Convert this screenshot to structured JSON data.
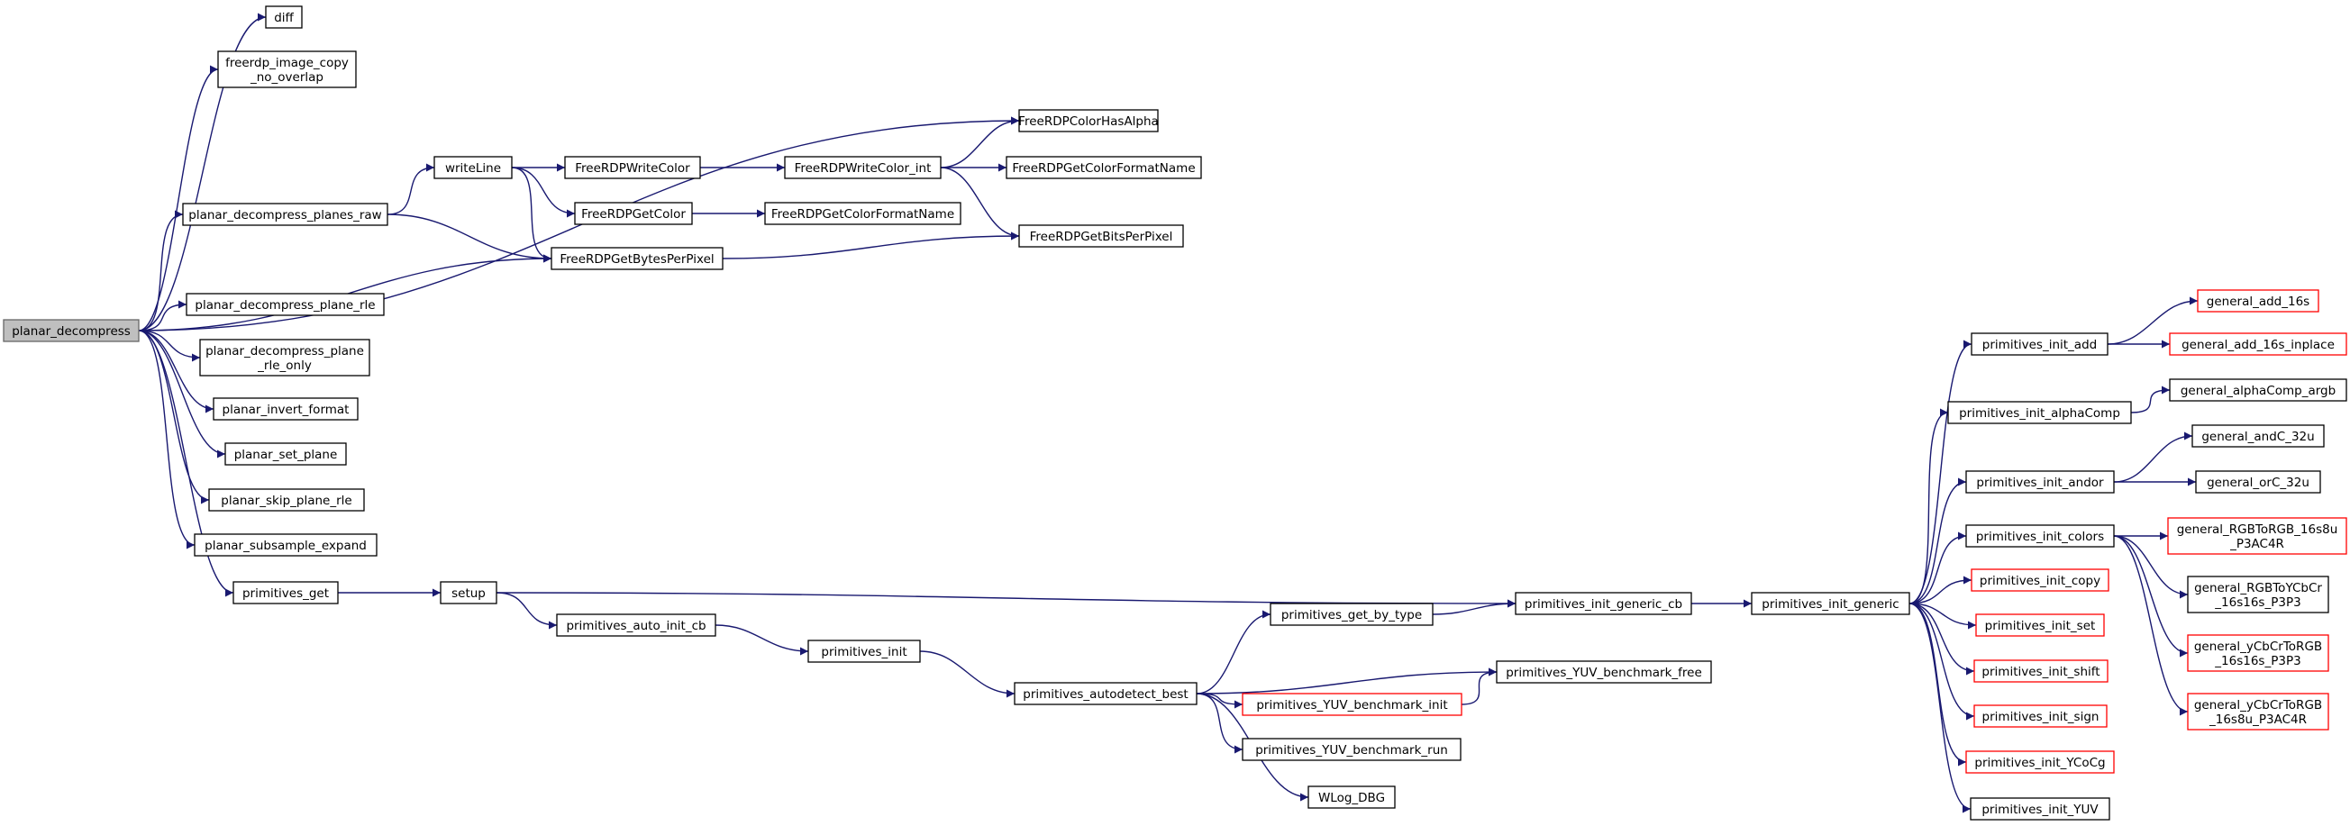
{
  "nodes": [
    {
      "id": "planar_decompress",
      "lines": [
        "planar_decompress"
      ],
      "root": true
    },
    {
      "id": "diff",
      "lines": [
        "diff"
      ]
    },
    {
      "id": "freerdp_image_copy_no_overlap",
      "lines": [
        "freerdp_image_copy",
        "_no_overlap"
      ]
    },
    {
      "id": "FreeRDPColorHasAlpha",
      "lines": [
        "FreeRDPColorHasAlpha"
      ]
    },
    {
      "id": "planar_decompress_planes_raw",
      "lines": [
        "planar_decompress_planes_raw"
      ]
    },
    {
      "id": "writeLine",
      "lines": [
        "writeLine"
      ]
    },
    {
      "id": "FreeRDPWriteColor",
      "lines": [
        "FreeRDPWriteColor"
      ]
    },
    {
      "id": "FreeRDPWriteColor_int",
      "lines": [
        "FreeRDPWriteColor_int"
      ]
    },
    {
      "id": "FreeRDPGetColorFormatName_a",
      "lines": [
        "FreeRDPGetColorFormatName"
      ]
    },
    {
      "id": "FreeRDPGetColor",
      "lines": [
        "FreeRDPGetColor"
      ]
    },
    {
      "id": "FreeRDPGetColorFormatName_b",
      "lines": [
        "FreeRDPGetColorFormatName"
      ]
    },
    {
      "id": "FreeRDPGetBitsPerPixel",
      "lines": [
        "FreeRDPGetBitsPerPixel"
      ]
    },
    {
      "id": "FreeRDPGetBytesPerPixel",
      "lines": [
        "FreeRDPGetBytesPerPixel"
      ]
    },
    {
      "id": "planar_decompress_plane_rle",
      "lines": [
        "planar_decompress_plane_rle"
      ]
    },
    {
      "id": "planar_decompress_plane_rle_only",
      "lines": [
        "planar_decompress_plane",
        "_rle_only"
      ]
    },
    {
      "id": "planar_invert_format",
      "lines": [
        "planar_invert_format"
      ]
    },
    {
      "id": "planar_set_plane",
      "lines": [
        "planar_set_plane"
      ]
    },
    {
      "id": "planar_skip_plane_rle",
      "lines": [
        "planar_skip_plane_rle"
      ]
    },
    {
      "id": "planar_subsample_expand",
      "lines": [
        "planar_subsample_expand"
      ]
    },
    {
      "id": "primitives_get",
      "lines": [
        "primitives_get"
      ]
    },
    {
      "id": "setup",
      "lines": [
        "setup"
      ]
    },
    {
      "id": "primitives_auto_init_cb",
      "lines": [
        "primitives_auto_init_cb"
      ]
    },
    {
      "id": "primitives_init",
      "lines": [
        "primitives_init"
      ]
    },
    {
      "id": "primitives_autodetect_best",
      "lines": [
        "primitives_autodetect_best"
      ]
    },
    {
      "id": "primitives_get_by_type",
      "lines": [
        "primitives_get_by_type"
      ]
    },
    {
      "id": "primitives_YUV_benchmark_init",
      "lines": [
        "primitives_YUV_benchmark_init"
      ],
      "red": true
    },
    {
      "id": "primitives_YUV_benchmark_run",
      "lines": [
        "primitives_YUV_benchmark_run"
      ]
    },
    {
      "id": "WLog_DBG",
      "lines": [
        "WLog_DBG"
      ]
    },
    {
      "id": "primitives_YUV_benchmark_free",
      "lines": [
        "primitives_YUV_benchmark_free"
      ]
    },
    {
      "id": "primitives_init_generic_cb",
      "lines": [
        "primitives_init_generic_cb"
      ]
    },
    {
      "id": "primitives_init_generic",
      "lines": [
        "primitives_init_generic"
      ]
    },
    {
      "id": "primitives_init_add",
      "lines": [
        "primitives_init_add"
      ]
    },
    {
      "id": "primitives_init_alphaComp",
      "lines": [
        "primitives_init_alphaComp"
      ]
    },
    {
      "id": "primitives_init_andor",
      "lines": [
        "primitives_init_andor"
      ]
    },
    {
      "id": "primitives_init_colors",
      "lines": [
        "primitives_init_colors"
      ]
    },
    {
      "id": "primitives_init_copy",
      "lines": [
        "primitives_init_copy"
      ],
      "red": true
    },
    {
      "id": "primitives_init_set",
      "lines": [
        "primitives_init_set"
      ],
      "red": true
    },
    {
      "id": "primitives_init_shift",
      "lines": [
        "primitives_init_shift"
      ],
      "red": true
    },
    {
      "id": "primitives_init_sign",
      "lines": [
        "primitives_init_sign"
      ],
      "red": true
    },
    {
      "id": "primitives_init_YCoCg",
      "lines": [
        "primitives_init_YCoCg"
      ],
      "red": true
    },
    {
      "id": "primitives_init_YUV",
      "lines": [
        "primitives_init_YUV"
      ]
    },
    {
      "id": "general_add_16s",
      "lines": [
        "general_add_16s"
      ],
      "red": true
    },
    {
      "id": "general_add_16s_inplace",
      "lines": [
        "general_add_16s_inplace"
      ],
      "red": true
    },
    {
      "id": "general_alphaComp_argb",
      "lines": [
        "general_alphaComp_argb"
      ]
    },
    {
      "id": "general_andC_32u",
      "lines": [
        "general_andC_32u"
      ]
    },
    {
      "id": "general_orC_32u",
      "lines": [
        "general_orC_32u"
      ]
    },
    {
      "id": "general_RGBToRGB_16s8u_P3AC4R",
      "lines": [
        "general_RGBToRGB_16s8u",
        "_P3AC4R"
      ],
      "red": true
    },
    {
      "id": "general_RGBToYCbCr_16s16s_P3P3",
      "lines": [
        "general_RGBToYCbCr",
        "_16s16s_P3P3"
      ]
    },
    {
      "id": "general_yCbCrToRGB_16s16s_P3P3",
      "lines": [
        "general_yCbCrToRGB",
        "_16s16s_P3P3"
      ],
      "red": true
    },
    {
      "id": "general_yCbCrToRGB_16s8u_P3AC4R",
      "lines": [
        "general_yCbCrToRGB",
        "_16s8u_P3AC4R"
      ],
      "red": true
    }
  ],
  "edges": [
    [
      "planar_decompress",
      "diff"
    ],
    [
      "planar_decompress",
      "freerdp_image_copy_no_overlap"
    ],
    [
      "planar_decompress",
      "FreeRDPColorHasAlpha"
    ],
    [
      "planar_decompress",
      "planar_decompress_planes_raw"
    ],
    [
      "planar_decompress",
      "FreeRDPGetBytesPerPixel"
    ],
    [
      "planar_decompress",
      "planar_decompress_plane_rle"
    ],
    [
      "planar_decompress",
      "planar_decompress_plane_rle_only"
    ],
    [
      "planar_decompress",
      "planar_invert_format"
    ],
    [
      "planar_decompress",
      "planar_set_plane"
    ],
    [
      "planar_decompress",
      "planar_skip_plane_rle"
    ],
    [
      "planar_decompress",
      "planar_subsample_expand"
    ],
    [
      "planar_decompress",
      "primitives_get"
    ],
    [
      "planar_decompress_planes_raw",
      "writeLine"
    ],
    [
      "planar_decompress_planes_raw",
      "FreeRDPGetBytesPerPixel"
    ],
    [
      "writeLine",
      "FreeRDPWriteColor"
    ],
    [
      "writeLine",
      "FreeRDPGetColor"
    ],
    [
      "writeLine",
      "FreeRDPGetBytesPerPixel"
    ],
    [
      "FreeRDPWriteColor",
      "FreeRDPWriteColor_int"
    ],
    [
      "FreeRDPWriteColor_int",
      "FreeRDPColorHasAlpha"
    ],
    [
      "FreeRDPWriteColor_int",
      "FreeRDPGetColorFormatName_a"
    ],
    [
      "FreeRDPWriteColor_int",
      "FreeRDPGetBitsPerPixel"
    ],
    [
      "FreeRDPGetColor",
      "FreeRDPGetColorFormatName_b"
    ],
    [
      "FreeRDPGetBytesPerPixel",
      "FreeRDPGetBitsPerPixel"
    ],
    [
      "primitives_get",
      "setup"
    ],
    [
      "setup",
      "primitives_init_generic_cb"
    ],
    [
      "setup",
      "primitives_auto_init_cb"
    ],
    [
      "primitives_auto_init_cb",
      "primitives_init"
    ],
    [
      "primitives_init",
      "primitives_autodetect_best"
    ],
    [
      "primitives_autodetect_best",
      "primitives_get_by_type"
    ],
    [
      "primitives_autodetect_best",
      "primitives_YUV_benchmark_free"
    ],
    [
      "primitives_autodetect_best",
      "primitives_YUV_benchmark_init"
    ],
    [
      "primitives_autodetect_best",
      "primitives_YUV_benchmark_run"
    ],
    [
      "primitives_autodetect_best",
      "WLog_DBG"
    ],
    [
      "primitives_get_by_type",
      "primitives_init_generic_cb"
    ],
    [
      "primitives_YUV_benchmark_init",
      "primitives_YUV_benchmark_free"
    ],
    [
      "primitives_init_generic_cb",
      "primitives_init_generic"
    ],
    [
      "primitives_init_generic",
      "primitives_init_add"
    ],
    [
      "primitives_init_generic",
      "primitives_init_alphaComp"
    ],
    [
      "primitives_init_generic",
      "primitives_init_andor"
    ],
    [
      "primitives_init_generic",
      "primitives_init_colors"
    ],
    [
      "primitives_init_generic",
      "primitives_init_copy"
    ],
    [
      "primitives_init_generic",
      "primitives_init_set"
    ],
    [
      "primitives_init_generic",
      "primitives_init_shift"
    ],
    [
      "primitives_init_generic",
      "primitives_init_sign"
    ],
    [
      "primitives_init_generic",
      "primitives_init_YCoCg"
    ],
    [
      "primitives_init_generic",
      "primitives_init_YUV"
    ],
    [
      "primitives_init_add",
      "general_add_16s"
    ],
    [
      "primitives_init_add",
      "general_add_16s_inplace"
    ],
    [
      "primitives_init_alphaComp",
      "general_alphaComp_argb"
    ],
    [
      "primitives_init_andor",
      "general_andC_32u"
    ],
    [
      "primitives_init_andor",
      "general_orC_32u"
    ],
    [
      "primitives_init_colors",
      "general_RGBToRGB_16s8u_P3AC4R"
    ],
    [
      "primitives_init_colors",
      "general_RGBToYCbCr_16s16s_P3P3"
    ],
    [
      "primitives_init_colors",
      "general_yCbCrToRGB_16s16s_P3P3"
    ],
    [
      "primitives_init_colors",
      "general_yCbCrToRGB_16s8u_P3AC4R"
    ]
  ],
  "colors": {
    "edge": "#191970",
    "node_border": "#000000",
    "red_border": "#ff0000",
    "root_fill": "#bfbfbf",
    "root_border": "#666666"
  }
}
